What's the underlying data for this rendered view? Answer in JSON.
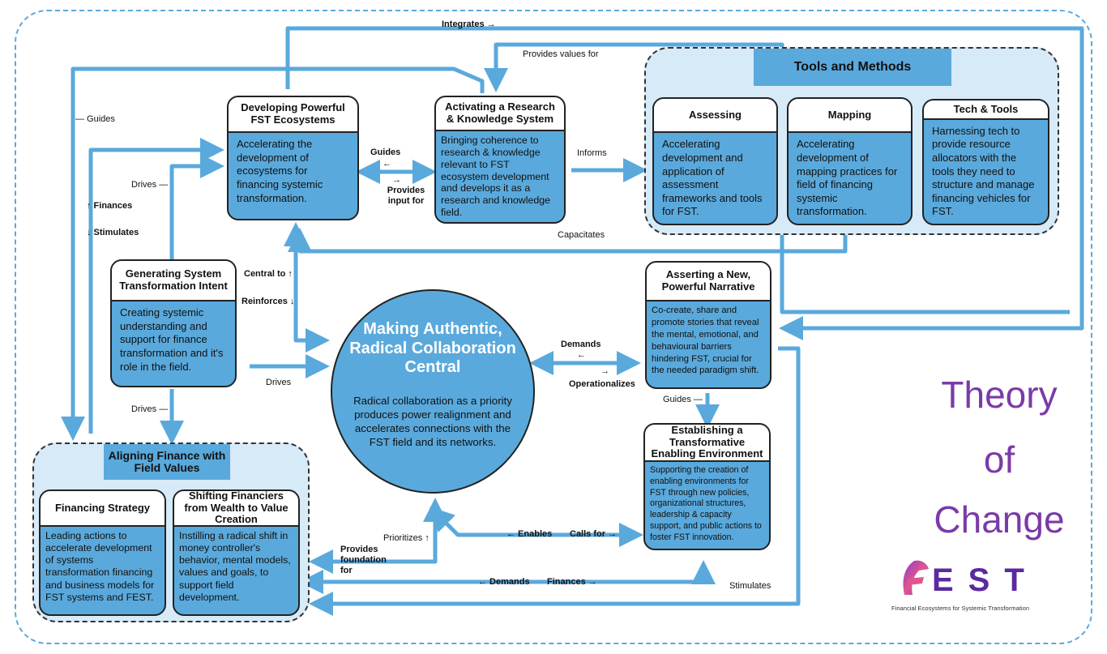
{
  "colors": {
    "accent": "#5aa9dc",
    "group_fill": "#d7eaf7",
    "title_purple": "#7b3aa8",
    "logo_purple": "#5b2a9e"
  },
  "center": {
    "title": "Making Authentic, Radical Collaboration Central",
    "text": "Radical collaboration as a priority produces power realignment and accelerates connections with the FST field and its networks."
  },
  "nodes": {
    "ecosystems": {
      "title": "Developing Powerful FST Ecosystems",
      "body": "Accelerating the development of ecosystems for financing systemic transformation."
    },
    "research": {
      "title": "Activating a Research & Knowledge System",
      "body": "Bringing coherence to research & knowledge relevant to FST ecosystem development and develops it as a research and knowledge field."
    },
    "intent": {
      "title": "Generating System Transformation Intent",
      "body": "Creating systemic understanding and support for finance transformation and it's role in the field."
    },
    "narrative": {
      "title": "Asserting a New, Powerful Narrative",
      "body": "Co-create, share and promote stories that reveal the mental, emotional, and behavioural barriers hindering FST, crucial for the needed paradigm shift."
    },
    "environment": {
      "title": "Establishing a Transformative Enabling Environment",
      "body": "Supporting the creation of enabling environments for FST through new policies, organizational structures, leadership & capacity support, and public actions to foster FST innovation."
    }
  },
  "tools_group": {
    "title": "Tools and Methods",
    "cards": [
      {
        "title": "Assessing",
        "body": "Accelerating development and application of assessment frameworks and tools for FST."
      },
      {
        "title": "Mapping",
        "body": "Accelerating development of mapping practices for field of financing systemic transformation."
      },
      {
        "title": "Tech & Tools",
        "body": "Harnessing tech to provide resource allocators with the tools they need to structure and manage financing vehicles for FST."
      }
    ]
  },
  "finance_group": {
    "title": "Aligning Finance with Field Values",
    "cards": [
      {
        "title": "Financing Strategy",
        "body": "Leading actions to accelerate development of systems transformation financing and business models for FST systems and FEST."
      },
      {
        "title": "Shifting Financiers from Wealth to Value Creation",
        "body": "Instilling a radical shift in money controller's behavior, mental models, values and goals, to support field development."
      }
    ]
  },
  "edge_labels": {
    "integrates": "Integrates →",
    "provides_values": "Provides values for",
    "guides_left": "— Guides",
    "finances": "↑ Finances",
    "stimulates_left": "↓ Stimulates",
    "drives_top": "Drives —",
    "guides_mid": "Guides",
    "guides_arrow": "←",
    "provides_arrow": "→",
    "provides_input": "Provides input for",
    "informs": "Informs",
    "capacitates": "Capacitates",
    "central_to": "Central to ↑",
    "reinforces": "Reinforces ↓",
    "drives_center": "Drives",
    "drives_down": "Drives —",
    "demands": "Demands",
    "demands_arrow": "←",
    "operationalizes_arrow": "→",
    "operationalizes": "Operationalizes",
    "guides_narrative": "Guides —",
    "prioritizes": "Prioritizes ↑",
    "provides_foundation": "Provides foundation for",
    "enables": "← Enables",
    "calls_for": "Calls for →",
    "demands_bottom": "← Demands",
    "finances_bottom": "Finances →",
    "stimulates_right": "Stimulates"
  },
  "toc": {
    "line1": "Theory",
    "line2": "of",
    "line3": "Change"
  },
  "logo": {
    "letters": "EST",
    "tagline": "Financial Ecosystems for Systemic Transformation"
  }
}
